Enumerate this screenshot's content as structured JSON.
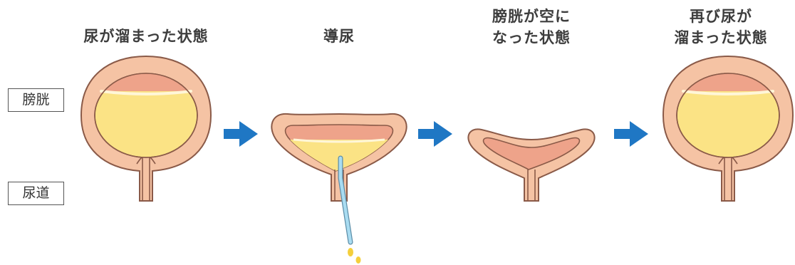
{
  "stages": [
    {
      "title_lines": [
        "尿が溜まった状態"
      ]
    },
    {
      "title_lines": [
        "導尿"
      ]
    },
    {
      "title_lines": [
        "膀胱が空に",
        "なった状態"
      ]
    },
    {
      "title_lines": [
        "再び尿が",
        "溜まった状態"
      ]
    }
  ],
  "labels": {
    "bladder": "膀胱",
    "urethra": "尿道"
  },
  "colors": {
    "wall_fill": "#f5c3a4",
    "wall_stroke": "#8a5a48",
    "inner_fill": "#eea38a",
    "urine": "#fbe385",
    "catheter": "#a9dcf1",
    "arrow": "#1f77c4",
    "drops": "#f4cf3c"
  },
  "arrows": [
    "arrow-1",
    "arrow-2",
    "arrow-3"
  ]
}
